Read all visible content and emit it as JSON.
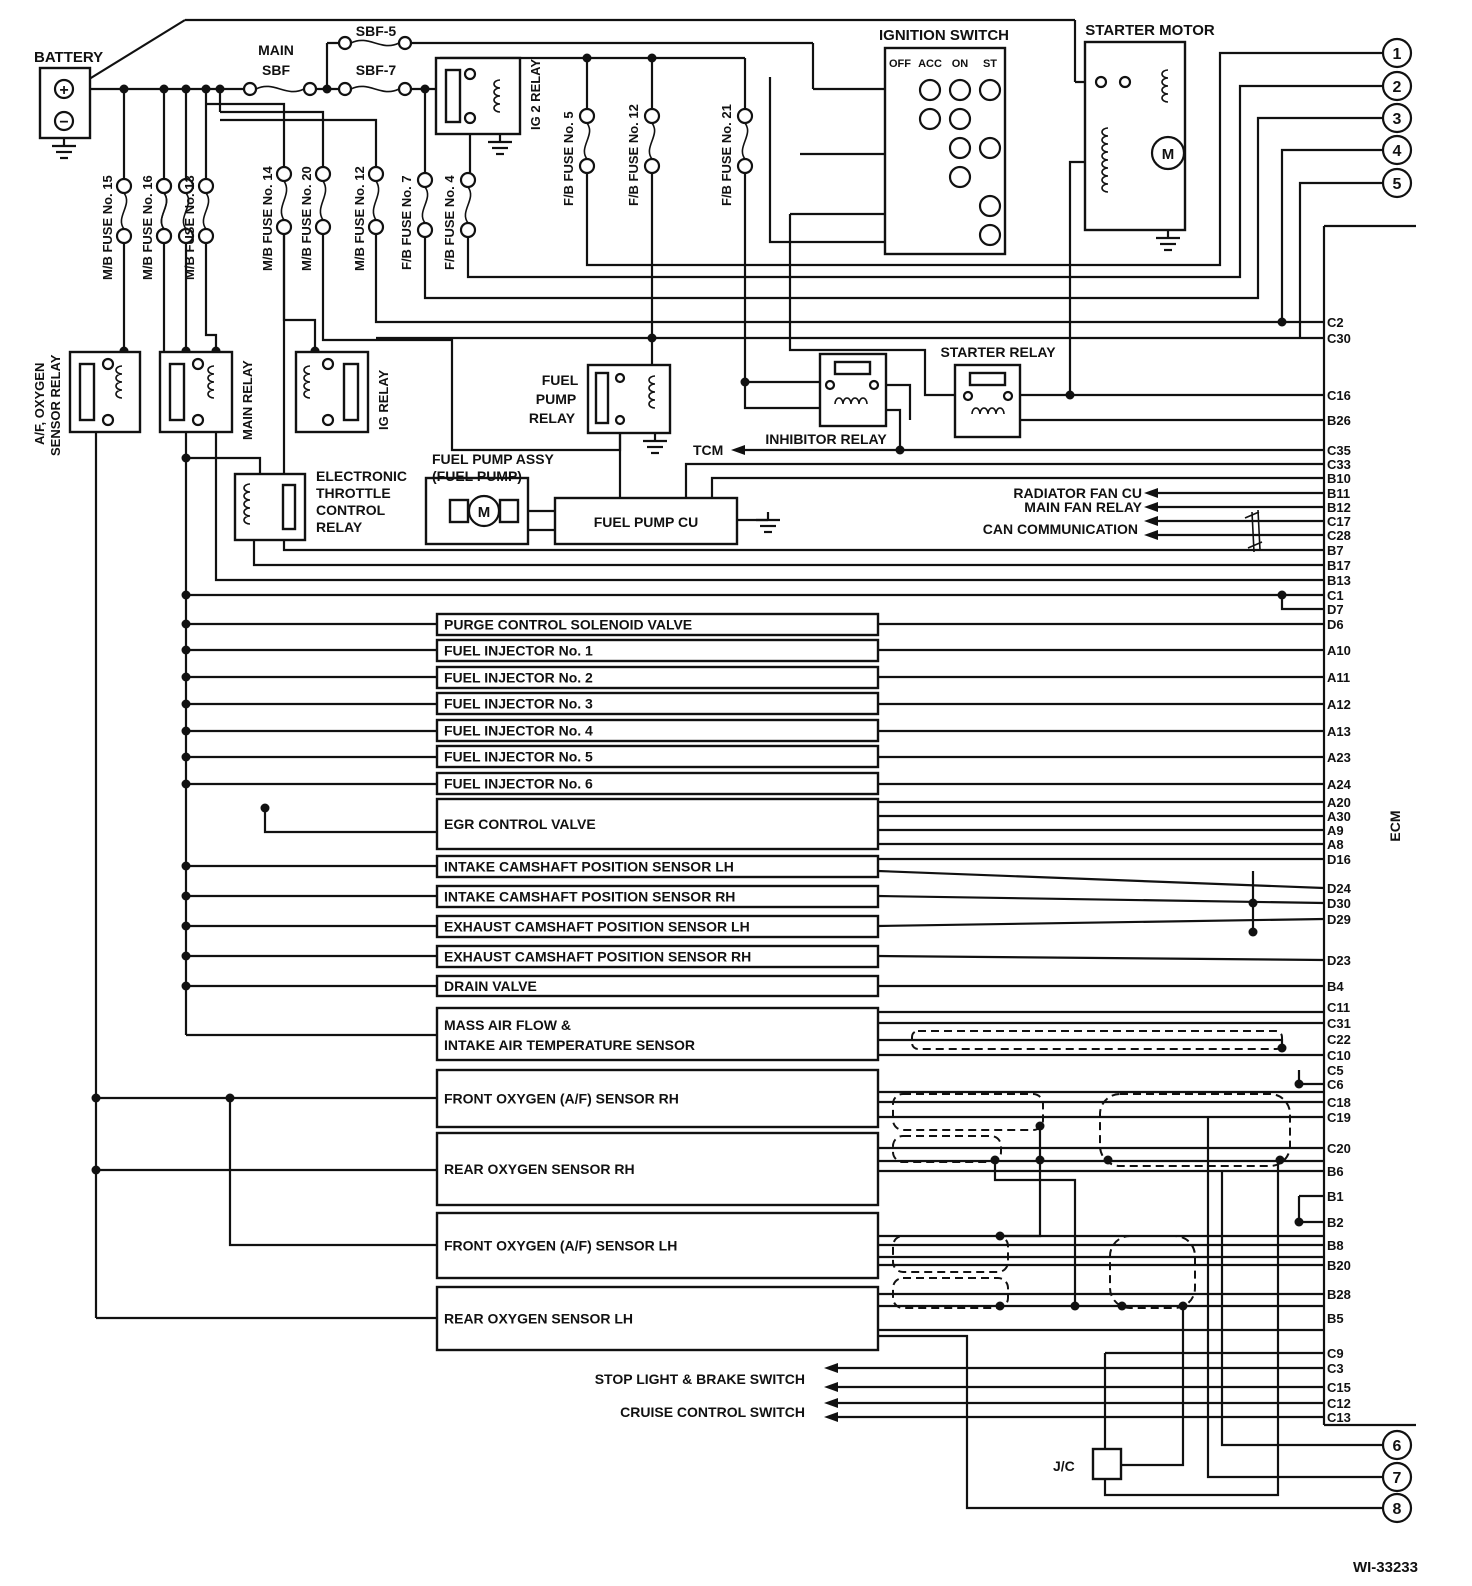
{
  "labels": {
    "battery": "BATTERY",
    "main_sbf": [
      "MAIN",
      "SBF"
    ],
    "sbf5": "SBF-5",
    "sbf7": "SBF-7",
    "ignition_switch": "IGNITION SWITCH",
    "ign_positions": [
      "OFF",
      "ACC",
      "ON",
      "ST"
    ],
    "starter_motor": "STARTER MOTOR",
    "ig2_relay": "IG 2 RELAY",
    "mb_fuses": [
      "M/B FUSE No. 15",
      "M/B FUSE No. 16",
      "M/B FUSE No. 13",
      "M/B FUSE No. 14",
      "M/B FUSE No. 20",
      "M/B FUSE No. 12"
    ],
    "fb_fuses": [
      "F/B FUSE No. 7",
      "F/B FUSE No. 4",
      "F/B FUSE No. 5",
      "F/B FUSE No. 12",
      "F/B FUSE No. 21"
    ],
    "af_oxygen_relay": [
      "A/F, OXYGEN",
      "SENSOR RELAY"
    ],
    "main_relay": "MAIN RELAY",
    "ig_relay": "IG RELAY",
    "fuel_pump_relay": [
      "FUEL",
      "PUMP",
      "RELAY"
    ],
    "starter_relay": "STARTER RELAY",
    "inhibitor_relay": "INHIBITOR RELAY",
    "tcm": "TCM",
    "fuel_pump_assy": [
      "FUEL PUMP ASSY",
      "(FUEL PUMP)"
    ],
    "etc_relay": [
      "ELECTRONIC",
      "THROTTLE",
      "CONTROL",
      "RELAY"
    ],
    "fuel_pump_cu": "FUEL PUMP CU",
    "radiator_fan_cu": "RADIATOR FAN CU",
    "main_fan_relay": "MAIN FAN RELAY",
    "can_comm": "CAN COMMUNICATION",
    "stop_light": "STOP LIGHT & BRAKE SWITCH",
    "cruise": "CRUISE CONTROL SWITCH",
    "jc": "J/C",
    "ecm": "ECM",
    "figure_id": "WI-33233",
    "motor_symbol": "M",
    "plus": "+",
    "minus": "−"
  },
  "connectors": [
    "1",
    "2",
    "3",
    "4",
    "5",
    "6",
    "7",
    "8"
  ],
  "components": [
    "PURGE CONTROL SOLENOID VALVE",
    "FUEL INJECTOR No. 1",
    "FUEL INJECTOR No. 2",
    "FUEL INJECTOR No. 3",
    "FUEL INJECTOR No. 4",
    "FUEL INJECTOR No. 5",
    "FUEL INJECTOR No. 6",
    "EGR CONTROL VALVE",
    "INTAKE CAMSHAFT POSITION SENSOR LH",
    "INTAKE CAMSHAFT POSITION SENSOR RH",
    "EXHAUST CAMSHAFT POSITION SENSOR LH",
    "EXHAUST CAMSHAFT POSITION SENSOR RH",
    "DRAIN VALVE",
    "MASS AIR FLOW &",
    "INTAKE AIR TEMPERATURE SENSOR",
    "FRONT OXYGEN (A/F) SENSOR RH",
    "REAR OXYGEN SENSOR RH",
    "FRONT OXYGEN (A/F) SENSOR LH",
    "REAR OXYGEN SENSOR LH"
  ],
  "ecm_pins": [
    "C2",
    "C30",
    "C16",
    "B26",
    "C35",
    "C33",
    "B10",
    "B11",
    "B12",
    "C17",
    "C28",
    "B7",
    "B17",
    "B13",
    "C1",
    "D7",
    "D6",
    "A10",
    "A11",
    "A12",
    "A13",
    "A23",
    "A24",
    "A20",
    "A30",
    "A9",
    "A8",
    "D16",
    "D24",
    "D30",
    "D29",
    "D23",
    "B4",
    "C11",
    "C31",
    "C22",
    "C10",
    "C5",
    "C6",
    "C18",
    "C19",
    "C20",
    "B6",
    "B1",
    "B2",
    "B8",
    "B20",
    "B28",
    "B5",
    "C9",
    "C3",
    "C15",
    "C12",
    "C13"
  ]
}
